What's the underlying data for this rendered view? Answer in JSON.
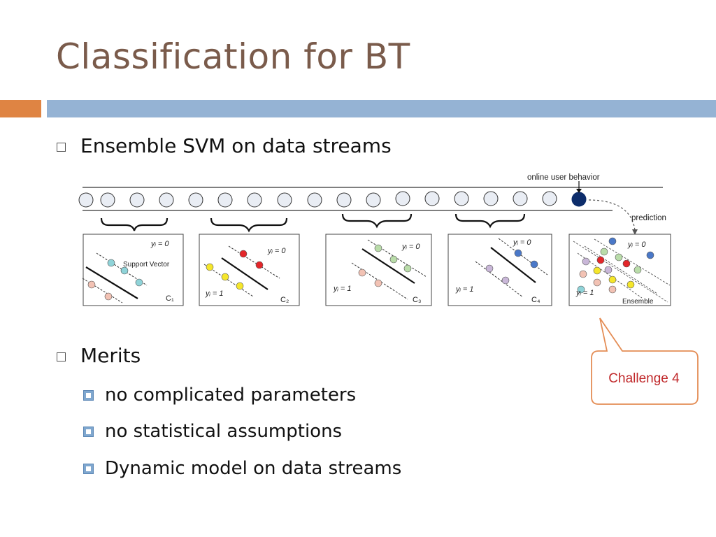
{
  "slide": {
    "title": "Classification for BT",
    "bullets": [
      {
        "text": "Ensemble SVM on data streams"
      },
      {
        "text": "Merits"
      }
    ],
    "sub_bullets": [
      {
        "text": "no complicated parameters"
      },
      {
        "text": "no statistical assumptions"
      },
      {
        "text": "Dynamic model on data streams"
      }
    ],
    "callout": "Challenge 4"
  },
  "diagram": {
    "top_label": "online user behavior",
    "prediction_label": "prediction",
    "panels": [
      {
        "id": "C₁",
        "y0_label": "yᵢ = 0",
        "y1_label": "",
        "extra_label": "Support Vector"
      },
      {
        "id": "C₂",
        "y0_label": "yᵢ = 0",
        "y1_label": "yᵢ = 1",
        "extra_label": ""
      },
      {
        "id": "C₃",
        "y0_label": "yᵢ = 0",
        "y1_label": "yᵢ = 1",
        "extra_label": ""
      },
      {
        "id": "C₄",
        "y0_label": "yᵢ = 0",
        "y1_label": "yᵢ = 1",
        "extra_label": ""
      },
      {
        "id": "Ensemble",
        "y0_label": "yᵢ = 0",
        "y1_label": "yᵢ = 1",
        "extra_label": ""
      }
    ],
    "colors": {
      "teal": "#8fd3d8",
      "pink": "#f2c2b4",
      "red": "#e3262a",
      "yellow": "#f5e62b",
      "green": "#b9dca9",
      "purple": "#c9b7d8",
      "blue": "#4a78c8",
      "navy": "#0d2d6b"
    }
  }
}
